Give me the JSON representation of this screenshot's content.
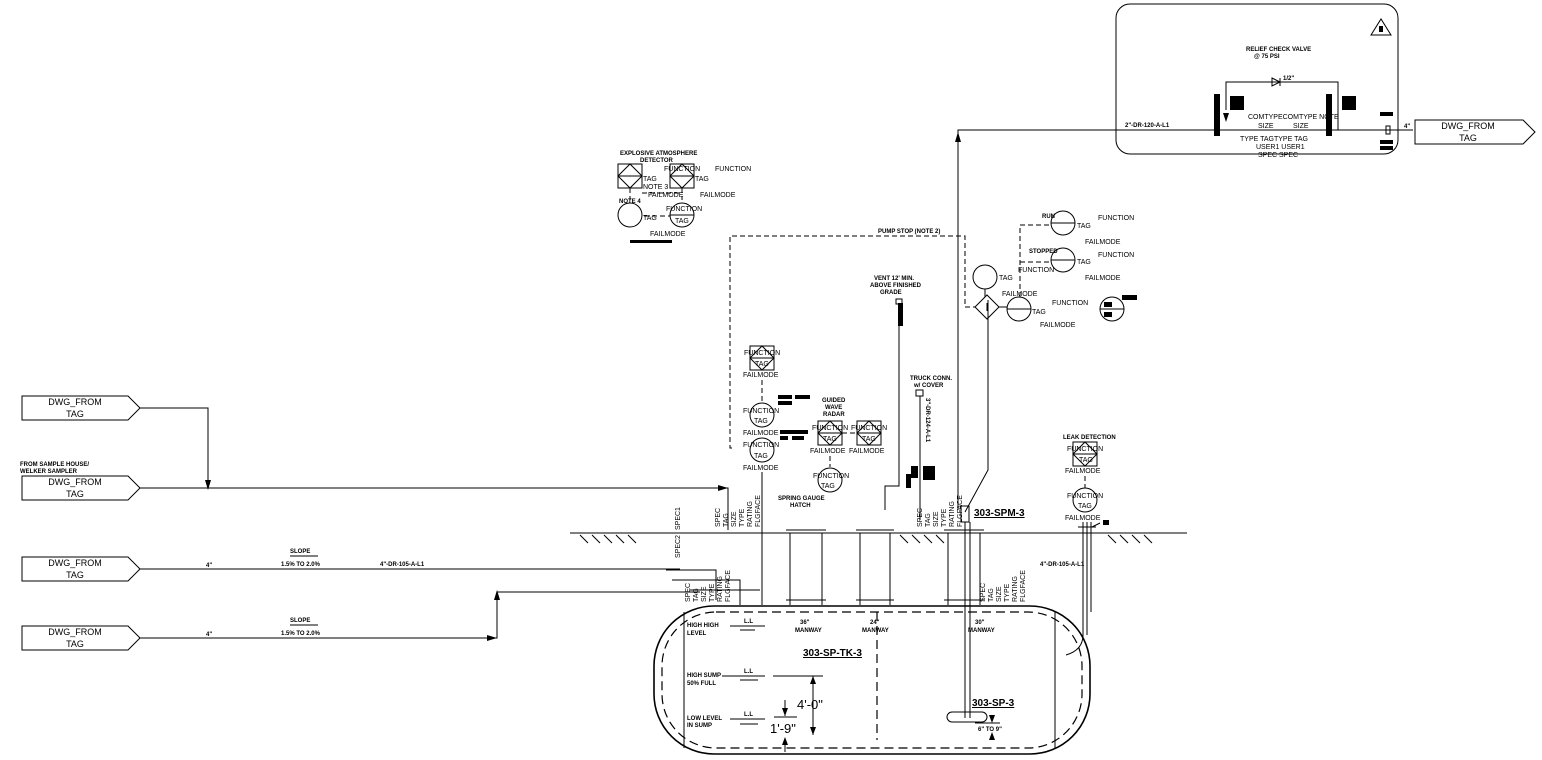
{
  "off_page_connectors": [
    {
      "line1": "DWG_FROM",
      "line2": "TAG"
    },
    {
      "line1": "DWG_FROM",
      "line2": "TAG"
    },
    {
      "line1": "DWG_FROM",
      "line2": "TAG"
    },
    {
      "line1": "DWG_FROM",
      "line2": "TAG"
    },
    {
      "line1": "DWG_FROM",
      "line2": "TAG"
    }
  ],
  "notes": {
    "from_sample_house": "FROM SAMPLE HOUSE/",
    "welker_sampler": "WELKER SAMPLER",
    "size_4in": "4\"",
    "slope": "SLOPE",
    "slope_range": "1.5% TO 2.0%",
    "line_105": "4\"-DR-105-A-L1",
    "line_120": "2\"-DR-120-A-L1",
    "relief_valve_1": "RELIEF CHECK VALVE",
    "relief_valve_2": "@ 75 PSI",
    "bypass_size": "1/2\"",
    "explosive_1": "EXPLOSIVE ATMOSPHERE",
    "explosive_2": "DETECTOR",
    "note3": "NOTE 3",
    "note4": "NOTE 4",
    "pump_stop": "PUMP STOP (NOTE 2)",
    "vent_1": "VENT 12' MIN.",
    "vent_2": "ABOVE FINISHED",
    "vent_3": "GRADE",
    "truck_1": "TRUCK CONN.",
    "truck_2": "w/ COVER",
    "truck_line": "3\"-DR-124-A-L1",
    "radar_1": "GUIDED",
    "radar_2": "WAVE",
    "radar_3": "RADAR",
    "gauge_1": "SPRING GAUGE",
    "gauge_2": "HATCH",
    "run": "RUN",
    "stopped": "STOPPED",
    "leak": "LEAK DETECTION",
    "pump_tag": "303-SPM-3",
    "tank_tag": "303-SP-TK-3",
    "sump_pump_tag": "303-SP-3",
    "manway_36": "36\"",
    "manway_24": "24\"",
    "manway_30": "30\"",
    "manway": "MANWAY",
    "high_high_1": "HIGH HIGH",
    "high_high_2": "LEVEL",
    "high_sump_1": "HIGH SUMP",
    "high_sump_2": "50% FULL",
    "low_level_1": "LOW LEVEL",
    "low_level_2": "IN SUMP",
    "ll": "L.L",
    "dim_4ft": "4'-0\"",
    "dim_1ft9": "1'-9\"",
    "dim_6to9": "6\" TO 9\"",
    "spec1": "SPEC1",
    "spec2": "SPEC2",
    "comp_1": "COMTYPECOMTYPE NOTE",
    "comp_size": "SIZE",
    "comp_type": "TYPE TAGTYPE TAG",
    "comp_user": "USER1 USER1",
    "comp_spec": "SPEC SPEC"
  },
  "instrument": {
    "function": "FUNCTION",
    "tag": "TAG",
    "failmode": "FAILMODE"
  },
  "flange_labels": {
    "spec": "SPEC",
    "tag": "TAG",
    "size": "SIZE",
    "type": "TYPE",
    "rating": "RATING",
    "flgface": "FLGFACE"
  }
}
